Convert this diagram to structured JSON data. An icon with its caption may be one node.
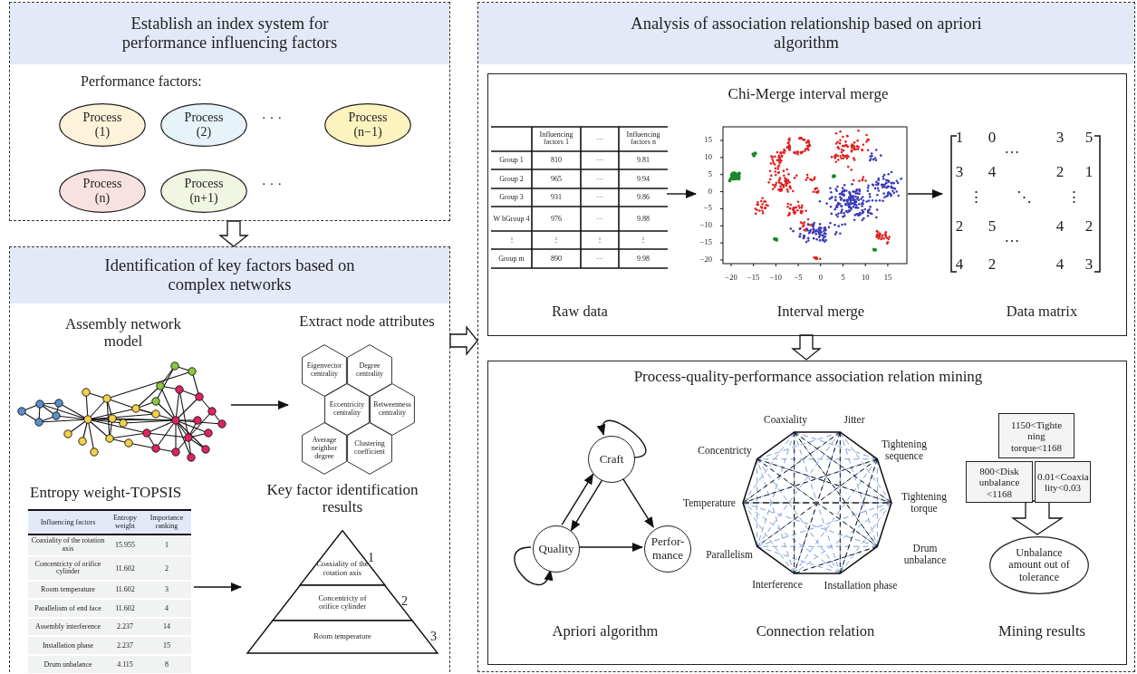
{
  "diagram": {
    "nodes": [
      {
        "text": [
          "Establish an index system for performance influencing factors",
          "Performance factors:"
        ]
      },
      {
        "text": [
          "Process (1)"
        ],
        "in": 0
      },
      {
        "text": [
          "Process (2)"
        ],
        "in": 0
      },
      {
        "text": [
          "Process (n−1)"
        ],
        "in": 0
      },
      {
        "text": [
          "Process (n)"
        ],
        "in": 0
      },
      {
        "text": [
          "Process (n+1)"
        ],
        "in": 0
      },
      {
        "text": [
          "Identification of key factors based on complex networks"
        ]
      },
      {
        "text": [
          "Assembly network model"
        ],
        "in": 6
      },
      {
        "text": [
          "Extract node attributes"
        ],
        "in": 6
      },
      {
        "text": [
          "Eigenvector centrality"
        ],
        "in": 8
      },
      {
        "text": [
          "Degree centrality"
        ],
        "in": 8
      },
      {
        "text": [
          "Eccentricity centrality"
        ],
        "in": 8
      },
      {
        "text": [
          "Betweenness centrality"
        ],
        "in": 8
      },
      {
        "text": [
          "Average neighbor degree"
        ],
        "in": 8
      },
      {
        "text": [
          "Clustering coefficient"
        ],
        "in": 8
      },
      {
        "text": [
          "Entropy weight-TOPSIS"
        ],
        "in": 6
      },
      {
        "text": [
          "Key factor identification results"
        ],
        "in": 6
      },
      {
        "text": [
          "Coaxiality of the rotation axis"
        ],
        "beside": [
          "1"
        ],
        "in": 16
      },
      {
        "text": [
          "Concentricty of orifice cylinder"
        ],
        "beside": [
          "2"
        ],
        "in": 16
      },
      {
        "text": [
          "Room temperature"
        ],
        "beside": [
          "3"
        ],
        "in": 16
      },
      {
        "text": [
          "Analysis of association relationship based on apriori algorithm"
        ]
      },
      {
        "text": [
          "Chi-Merge interval merge"
        ],
        "in": 20
      },
      {
        "text": [
          "Raw data"
        ],
        "in": 21
      },
      {
        "text": [
          "Interval merge"
        ],
        "in": 21
      },
      {
        "text": [
          "Data matrix"
        ],
        "in": 21
      },
      {
        "text": [
          "Process-quality-performance association relation mining"
        ],
        "in": 20
      },
      {
        "text": [
          "Craft"
        ],
        "in": 25
      },
      {
        "text": [
          "Quality"
        ],
        "in": 25
      },
      {
        "text": [
          "Perfor- mance"
        ],
        "in": 25
      },
      {
        "text": [
          "1150<Tighte ning torque<1168"
        ],
        "in": 25
      },
      {
        "text": [
          "800<Disk unbalance <1168"
        ],
        "in": 25
      },
      {
        "text": [
          "0.01<Coaxia lity<0.03"
        ],
        "in": 25
      },
      {
        "text": [
          "Unbalance amount out of tolerance"
        ],
        "in": 25
      }
    ],
    "edges": [
      {
        "from": 0,
        "to": 6,
        "arrow": "to",
        "style": "thick"
      },
      {
        "from": 6,
        "to": 20,
        "arrow": "to",
        "style": "thick"
      },
      {
        "from": 7,
        "to": 8,
        "arrow": "to"
      },
      {
        "from": 15,
        "to": 16,
        "arrow": "to"
      },
      {
        "from": 22,
        "to": 23,
        "arrow": "to"
      },
      {
        "from": 23,
        "to": 24,
        "arrow": "to"
      },
      {
        "from": 21,
        "to": 25,
        "arrow": "to",
        "style": "thick"
      },
      {
        "from": 26,
        "to": 26,
        "arrow": "to"
      },
      {
        "from": 26,
        "to": 27,
        "arrow": "to"
      },
      {
        "from": 27,
        "to": 26,
        "arrow": "to"
      },
      {
        "from": 26,
        "to": 28,
        "arrow": "to"
      },
      {
        "from": 27,
        "to": 28,
        "arrow": "to"
      },
      {
        "from": 27,
        "to": 27,
        "arrow": "to"
      },
      {
        "from": 30,
        "to": 32,
        "arrow": "to",
        "style": "thick"
      },
      {
        "from": 31,
        "to": 32,
        "arrow": "to",
        "style": "thick"
      }
    ],
    "labels": [
      "· · ·",
      "· · ·",
      "Influencing factors",
      "Entropy weight",
      "Importance ranking",
      "Coaxiality of the rotation axis",
      "15.955",
      "1",
      "Concentricty of orifice cylinder",
      "11.602",
      "2",
      "Room temperature",
      "11.602",
      "3",
      "Parallelism of end face",
      "11.602",
      "4",
      "Assembly interference",
      "2.237",
      "14",
      "Installation phase",
      "2.237",
      "15",
      "Drum unbalance",
      "4.115",
      "8",
      "Influencing factors 1",
      "···",
      "Influencing factors n",
      "Group 1",
      "810",
      "···",
      "9.81",
      "Group 2",
      "965",
      "···",
      "9.94",
      "Group 3",
      "931",
      "···",
      "9.86",
      "W hGroup 4",
      "976",
      "···",
      "9.88",
      "⋮",
      "⋮",
      "⋮",
      "⋮",
      "Group m",
      "890",
      "···",
      "9.98",
      "15",
      "10",
      "5",
      "0",
      "−5",
      "−10",
      "−15",
      "−20",
      "−20",
      "−15",
      "−10",
      "−5",
      "0",
      "5",
      "10",
      "15",
      "1",
      "0",
      "3",
      "5",
      "···",
      "3",
      "4",
      "2",
      "1",
      "⋮",
      "⋱",
      "⋮",
      "2",
      "5",
      "4",
      "2",
      "···",
      "4",
      "2",
      "4",
      "3",
      "Coaxiality",
      "Jitter",
      "Concentricty",
      "Tightening sequence",
      "Temperature",
      "Tightening torque",
      "Parallelism",
      "Drum unbalance",
      "Interference",
      "Installation phase",
      "Apriori algorithm",
      "Connection relation",
      "Mining results"
    ]
  }
}
